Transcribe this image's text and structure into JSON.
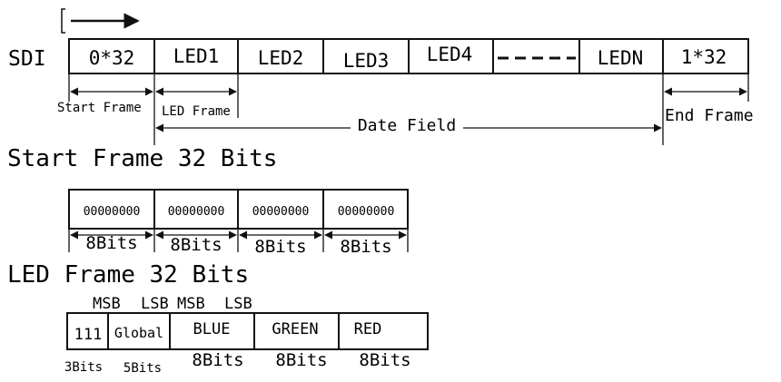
{
  "sdi": {
    "label": "SDI",
    "cells": [
      "0*32",
      "LED1",
      "LED2",
      "LED3",
      "LED4",
      "LEDN",
      "1*32"
    ]
  },
  "annotations": {
    "start_frame": "Start Frame",
    "led_frame": "LED Frame",
    "date_field": "Date Field",
    "end_frame": "End Frame"
  },
  "start_section": {
    "heading": "Start Frame 32 Bits",
    "cells": [
      "00000000",
      "00000000",
      "00000000",
      "00000000"
    ],
    "bit_labels": [
      "8Bits",
      "8Bits",
      "8Bits",
      "8Bits"
    ]
  },
  "led_section": {
    "heading": "LED Frame 32 Bits",
    "msb_lsb": [
      "MSB",
      "LSB",
      "MSB",
      "LSB"
    ],
    "cells": [
      "111",
      "Global",
      "BLUE",
      "GREEN",
      "RED"
    ],
    "bit_labels": [
      "3Bits",
      "5Bits",
      "8Bits",
      "8Bits",
      "8Bits"
    ]
  }
}
